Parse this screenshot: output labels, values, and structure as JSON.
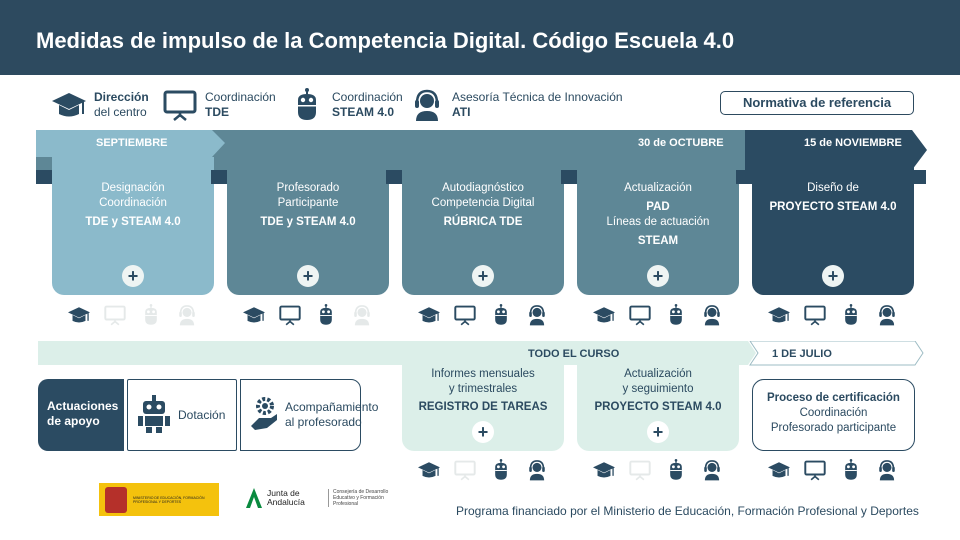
{
  "title": "Medidas de impulso de la Competencia Digital. Código Escuela 4.0",
  "legend": [
    {
      "icon": "graduation-cap-icon",
      "line1": "Dirección",
      "line2": "del centro"
    },
    {
      "icon": "monitor-icon",
      "line1": "Coordinación",
      "line2": "TDE"
    },
    {
      "icon": "robot-icon",
      "line1": "Coordinación",
      "line2": "STEAM 4.0"
    },
    {
      "icon": "headset-icon",
      "line1": "Asesoría Técnica de Innovación",
      "line2": "ATI"
    }
  ],
  "normativa_button": "Normativa de referencia",
  "timeline": {
    "sep": "SEPTIEMBRE",
    "oct": "30 de OCTUBRE",
    "nov": "15 de NOVIEMBRE",
    "curso": "TODO EL CURSO",
    "julio": "1 DE JULIO"
  },
  "cards": [
    {
      "l1": "Designación",
      "l2": "Coordinación",
      "b": "TDE y STEAM 4.0",
      "roles": [
        1,
        0,
        0,
        0
      ]
    },
    {
      "l1": "Profesorado",
      "l2": "Participante",
      "b": "TDE y STEAM 4.0",
      "roles": [
        1,
        1,
        1,
        0
      ]
    },
    {
      "l1": "Autodiagnóstico",
      "l2": "Competencia Digital",
      "b": "RÚBRICA TDE",
      "roles": [
        1,
        1,
        1,
        1
      ]
    },
    {
      "l1": "Actualización",
      "b": "PAD",
      "l3": "Líneas de actuación",
      "b2": "STEAM",
      "roles": [
        1,
        1,
        1,
        1
      ]
    },
    {
      "l1": "Diseño de",
      "b": "PROYECTO STEAM 4.0",
      "roles": [
        1,
        1,
        1,
        1
      ]
    }
  ],
  "lower_cards": [
    {
      "l1": "Informes mensuales",
      "l2": "y trimestrales",
      "b": "REGISTRO DE TAREAS",
      "roles": [
        1,
        0,
        1,
        1
      ]
    },
    {
      "l1": "Actualización",
      "l2": "y seguimiento",
      "b": "PROYECTO STEAM 4.0",
      "roles": [
        1,
        0,
        1,
        1
      ]
    }
  ],
  "certificacion": {
    "title": "Proceso de certificación",
    "l1": "Coordinación",
    "l2": "Profesorado participante",
    "roles": [
      1,
      1,
      1,
      1
    ]
  },
  "apoyo": {
    "title": "Actuaciones de apoyo",
    "dotacion": "Dotación",
    "acomp": "Acompañamiento al profesorado"
  },
  "logos": {
    "ministerio": "MINISTERIO DE EDUCACIÓN, FORMACIÓN PROFESIONAL Y DEPORTES",
    "junta": "Junta de Andalucía",
    "consejeria": "Consejería de Desarrollo Educativo y Formación Profesional"
  },
  "footer": "Programa financiado por el Ministerio de Educación, Formación Profesional y Deportes",
  "colors": {
    "header": "#2d4a5f",
    "light": "#8bbacb",
    "mid": "#5e8796",
    "dark": "#2b4b62",
    "mint": "#dcefe9"
  }
}
